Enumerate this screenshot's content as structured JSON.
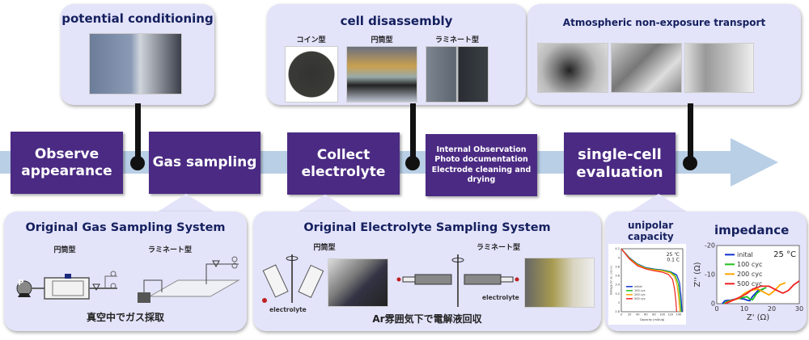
{
  "top": {
    "potential": {
      "title": "potential conditioning"
    },
    "disassembly": {
      "title": "cell disassembly",
      "labels": [
        "コイン型",
        "円筒型",
        "ラミネート型"
      ]
    },
    "transport": {
      "title": "Atmospheric non-exposure transport"
    }
  },
  "steps": [
    {
      "label": "Observe appearance"
    },
    {
      "label": "Gas sampling"
    },
    {
      "label": "Collect electrolyte"
    },
    {
      "lines": [
        "Internal Observation",
        "Photo documentation",
        "Electrode cleaning and drying"
      ]
    },
    {
      "label": "single-cell evaluation"
    }
  ],
  "colors": {
    "step_box": "#4b2a83",
    "panel": "#e3e3fa",
    "title": "#15205e",
    "arrow": "#b9cfe6"
  },
  "gas_system": {
    "title": "Original Gas Sampling System",
    "labels": [
      "円筒型",
      "ラミネート型"
    ],
    "pump_label": "P",
    "caption": "真空中でガス採取"
  },
  "electrolyte_system": {
    "title": "Original Electrolyte Sampling System",
    "labels": [
      "円筒型",
      "ラミネート型"
    ],
    "electrolyte_label": "electrolyte",
    "caption": "Ar雰囲気下で電解液回収"
  },
  "evaluation": {
    "capacity_title": "unipolar capacity",
    "impedance_title": "impedance"
  },
  "chart_data": [
    {
      "type": "line",
      "xlabel": "Capacity (mAh/g)",
      "ylabel": "Voltage (V vs. Li/Li+)",
      "xlim": [
        0,
        150
      ],
      "ylim": [
        2.8,
        4.2
      ],
      "xticks": [
        0,
        20,
        40,
        60,
        80,
        100,
        120,
        140
      ],
      "yticks": [
        2.8,
        3.0,
        3.2,
        3.4,
        3.6,
        3.8,
        4.0,
        4.2
      ],
      "annotations": [
        "25 ℃",
        "0.1 C"
      ],
      "legend": "bottom-left",
      "series": [
        {
          "name": "initial",
          "color": "#1030d0",
          "x": [
            0,
            20,
            40,
            60,
            80,
            100,
            120,
            135,
            142,
            146,
            148
          ],
          "y": [
            4.2,
            4.0,
            3.86,
            3.78,
            3.75,
            3.73,
            3.69,
            3.62,
            3.45,
            3.1,
            2.8
          ]
        },
        {
          "name": "100 cyc",
          "color": "#20c020",
          "x": [
            0,
            20,
            40,
            60,
            80,
            100,
            120,
            132,
            139,
            143,
            146
          ],
          "y": [
            4.2,
            3.99,
            3.85,
            3.77,
            3.74,
            3.72,
            3.68,
            3.6,
            3.42,
            3.1,
            2.8
          ]
        },
        {
          "name": "200 cyc",
          "color": "#ffa500",
          "x": [
            0,
            20,
            40,
            60,
            80,
            100,
            120,
            130,
            136,
            140,
            143
          ],
          "y": [
            4.2,
            3.98,
            3.84,
            3.76,
            3.73,
            3.71,
            3.66,
            3.58,
            3.4,
            3.1,
            2.8
          ]
        },
        {
          "name": "500 cyc",
          "color": "#f02020",
          "x": [
            0,
            20,
            40,
            60,
            80,
            100,
            115,
            125,
            130,
            133,
            135
          ],
          "y": [
            4.2,
            3.97,
            3.82,
            3.75,
            3.71,
            3.68,
            3.63,
            3.52,
            3.3,
            3.05,
            2.8
          ]
        }
      ]
    },
    {
      "type": "line",
      "xlabel": "Z' (Ω)",
      "ylabel": "Z'' (Ω)",
      "xlim": [
        0,
        30
      ],
      "ylim": [
        0,
        -20
      ],
      "xticks": [
        0,
        10,
        20,
        30
      ],
      "yticks": [
        0,
        -10,
        -20
      ],
      "annotations": [
        "25 °C"
      ],
      "legend": "top-left",
      "series": [
        {
          "name": "inital",
          "color": "#1030d0",
          "x": [
            2,
            3,
            5,
            8,
            10,
            11,
            12,
            13,
            15,
            17
          ],
          "y": [
            0,
            -1,
            -1.2,
            -1.8,
            -1.6,
            -1.2,
            -1,
            -2.5,
            -4.5,
            -5
          ]
        },
        {
          "name": "100 cyc",
          "color": "#20c020",
          "x": [
            2.5,
            4,
            6,
            9,
            11,
            12,
            13,
            14.5,
            16.5,
            18
          ],
          "y": [
            0,
            -0.8,
            -1.3,
            -2,
            -2.4,
            -1.6,
            -1.3,
            -3.5,
            -5,
            -5.5
          ]
        },
        {
          "name": "200 cyc",
          "color": "#ffa500",
          "x": [
            3,
            5,
            8,
            10,
            12,
            15,
            17,
            19,
            21,
            23,
            25
          ],
          "y": [
            0,
            -1,
            -1.8,
            -3.5,
            -4.5,
            -5,
            -4,
            -3,
            -4.5,
            -6.5,
            -7.2
          ]
        },
        {
          "name": "500 cyc",
          "color": "#f02020",
          "x": [
            3,
            6,
            9,
            11,
            13,
            16,
            19,
            22,
            24,
            26,
            28,
            30
          ],
          "y": [
            0,
            -1.2,
            -2.5,
            -3.5,
            -5,
            -6,
            -6,
            -4.5,
            -3.6,
            -4.5,
            -6.5,
            -7.8
          ]
        }
      ]
    }
  ]
}
